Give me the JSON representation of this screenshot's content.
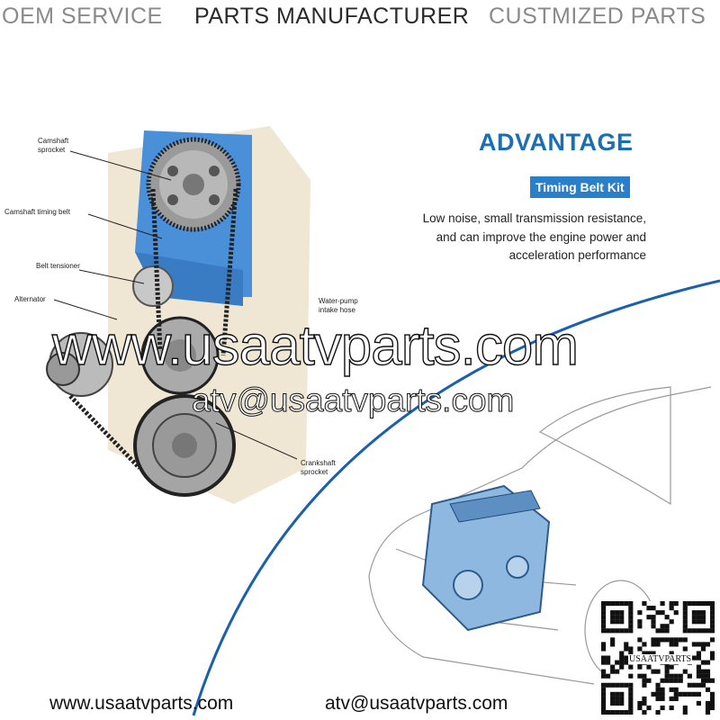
{
  "header": {
    "items": [
      "OEM SERVICE",
      "PARTS MANUFACTURER",
      "CUSTMIZED PARTS"
    ]
  },
  "diagram_labels": {
    "camshaft_sprocket": [
      "Camshaft",
      "sprocket"
    ],
    "camshaft_timing_belt": "Camshaft timing belt",
    "belt_tensioner": "Belt tensioner",
    "alternator": "Alternator",
    "water_pump": [
      "Water-pump",
      "intake hose"
    ],
    "crankshaft_sprocket": [
      "Crankshaft",
      "sprocket"
    ]
  },
  "advantage": {
    "title": "ADVANTAGE",
    "badge": "Timing Belt Kit",
    "description": [
      "Low noise, small transmission resistance,",
      "and can improve the engine power and",
      "acceleration performance"
    ]
  },
  "watermark": {
    "site": "www.usaatvparts.com",
    "email": "atv@usaatvparts.com"
  },
  "footer": {
    "website": "www.usaatvparts.com",
    "email": "atv@usaatvparts.com",
    "qr_label": "USAATVPARTS"
  },
  "colors": {
    "accent": "#1b6eb5",
    "badge": "#2a7fcb",
    "engine_cover": "#4a90d9"
  }
}
